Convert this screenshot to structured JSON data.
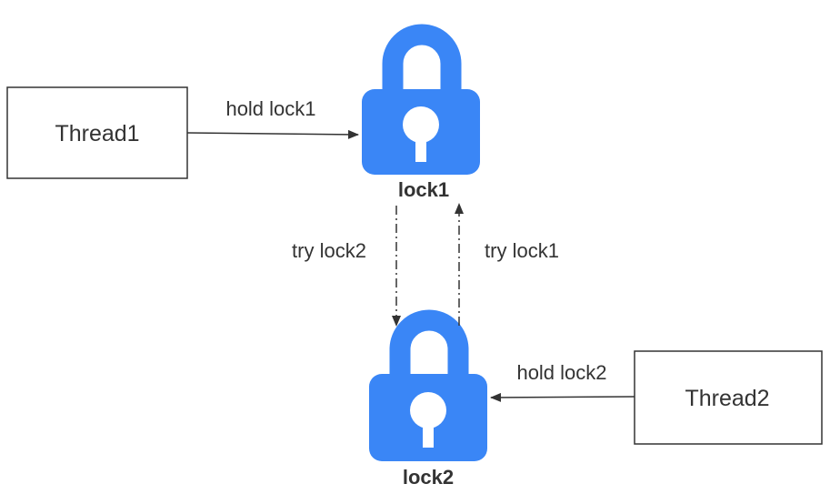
{
  "colors": {
    "lock_fill": "#3a86f6",
    "stroke": "#333333",
    "box_fill": "#ffffff",
    "background": "#ffffff"
  },
  "nodes": {
    "thread1": {
      "label": "Thread1"
    },
    "thread2": {
      "label": "Thread2"
    },
    "lock1": {
      "label": "lock1",
      "icon": "padlock-icon"
    },
    "lock2": {
      "label": "lock2",
      "icon": "padlock-icon"
    }
  },
  "edges": {
    "thread1_to_lock1": {
      "label": "hold lock1",
      "style": "solid"
    },
    "thread2_to_lock2": {
      "label": "hold lock2",
      "style": "solid"
    },
    "lock1_to_lock2": {
      "label": "try lock2",
      "style": "dash-dot"
    },
    "lock2_to_lock1": {
      "label": "try lock1",
      "style": "dash-dot"
    }
  }
}
